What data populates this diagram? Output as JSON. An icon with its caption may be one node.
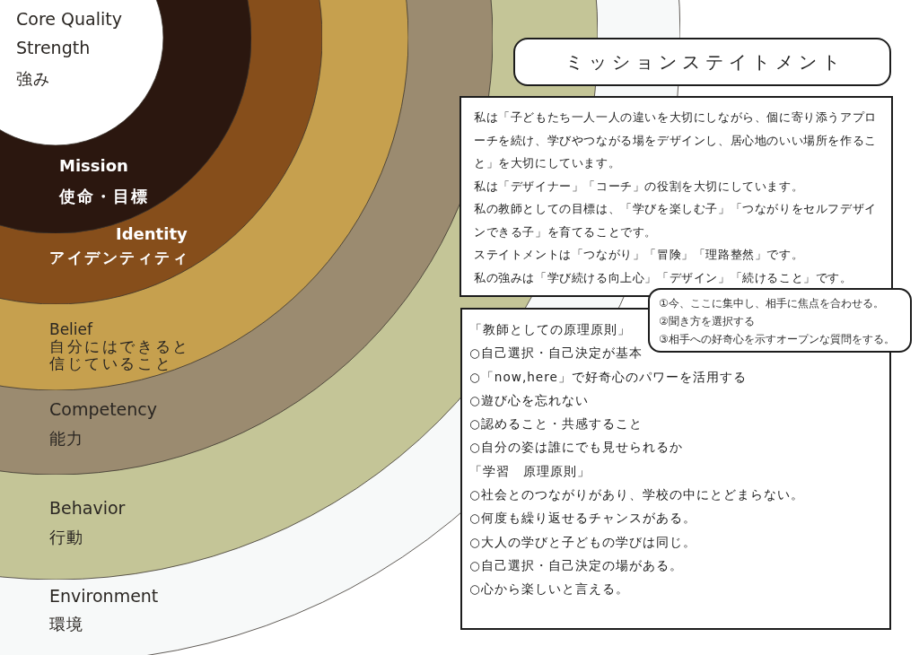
{
  "diagram": {
    "nodes": [
      {
        "text": [
          "Environment",
          "環境"
        ]
      },
      {
        "text": [
          "Behavior",
          "行動"
        ],
        "in": 0
      },
      {
        "text": [
          "Competency",
          "能力"
        ],
        "in": 1
      },
      {
        "text": [
          "Belief",
          "自分にはできると信じていること"
        ],
        "in": 2
      },
      {
        "text": [
          "Identity",
          "アイデンティティ"
        ],
        "in": 3
      },
      {
        "text": [
          "Mission",
          "使命・目標"
        ],
        "in": 4
      },
      {
        "text": [
          "Core Quality",
          "Strength",
          "強み"
        ],
        "in": 5
      },
      {
        "text": [
          "ミッションステイトメント"
        ]
      },
      {
        "text": [
          "私は「子どもたち一人一人の違いを大切にしながら、個に寄り添うアプローチを続け、学びやつながる場をデザインし、居心地のいい場所を作ること」を大切にしています。",
          "私は「デザイナー」「コーチ」の役割を大切にしています。",
          "私の教師としての目標は、「学びを楽しむ子」「つながりをセルフデザインできる子」を育てることです。",
          "ステイトメントは「つながり」「冒険」「理路整然」です。",
          "私の強みは「学び続ける向上心」「デザイン」「続けること」です。"
        ]
      },
      {
        "text": [
          "①今、ここに集中し、相手に焦点を合わせる。",
          "②聞き方を選択する",
          "③相手への好奇心を示すオープンな質問をする。"
        ]
      },
      {
        "text": [
          "「教師としての原理原則」",
          "○自己選択・自己決定が基本",
          "○「now,here」で好奇心のパワーを活用する",
          "○遊び心を忘れない",
          "○認めること・共感すること",
          "○自分の姿は誰にでも見せられるか",
          "「学習　原理原則」",
          "○社会とのつながりがあり、学校の中にとどまらない。",
          "○何度も繰り返せるチャンスがある。",
          "○大人の学びと子どもの学びは同じ。",
          "○自己選択・自己決定の場がある。",
          "○心から楽しいと言える。"
        ]
      }
    ]
  }
}
